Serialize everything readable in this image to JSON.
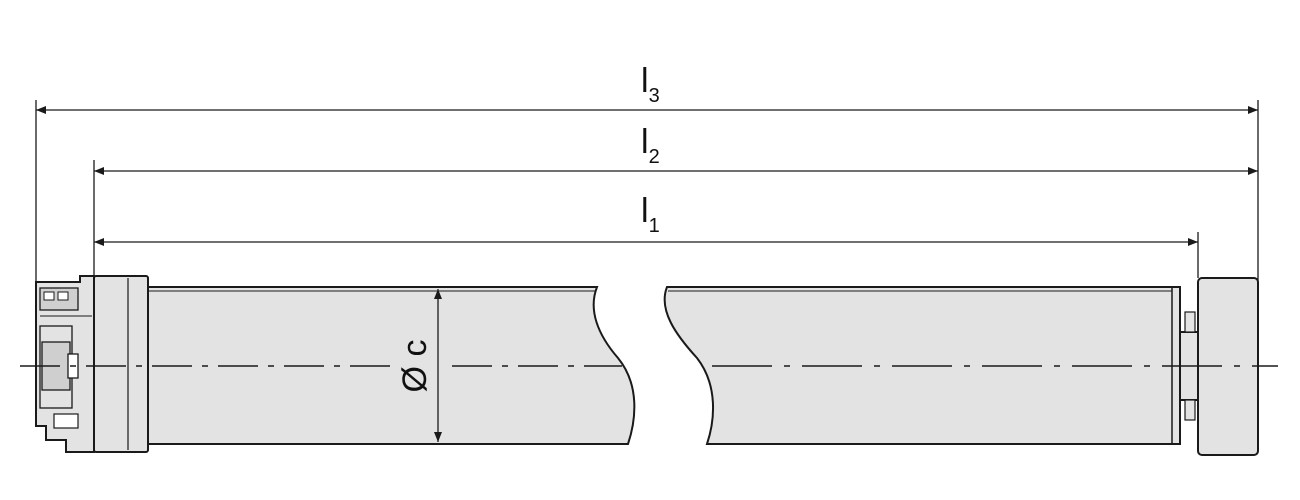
{
  "dimensions": {
    "l3": {
      "main": "l",
      "sub": "3"
    },
    "l2": {
      "main": "l",
      "sub": "2"
    },
    "l1": {
      "main": "l",
      "sub": "1"
    },
    "diameter": "Ø c"
  },
  "colors": {
    "tube_fill": "#e3e3e3",
    "stroke": "#1a1a1a",
    "background": "#ffffff"
  }
}
